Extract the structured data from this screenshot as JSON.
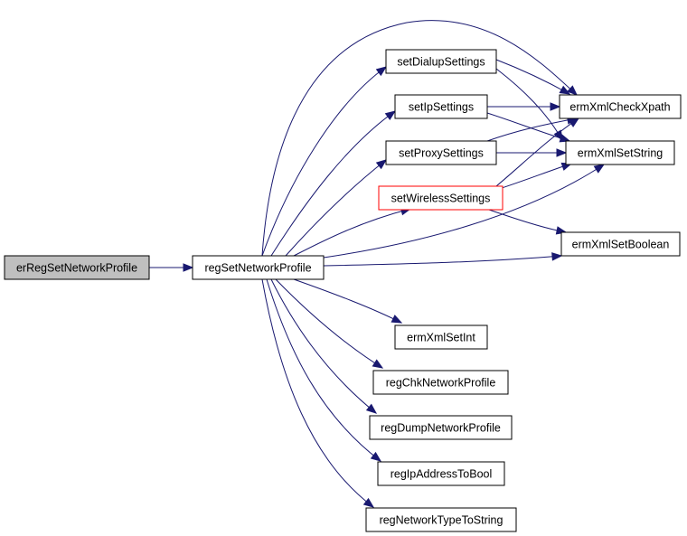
{
  "diagram": {
    "type": "call-graph",
    "colors": {
      "edge": "#191970",
      "root_fill": "#bfbfbf",
      "node_fill": "#ffffff",
      "node_border": "#000000",
      "highlight_border": "#ff0000"
    },
    "nodes": [
      {
        "id": "erRegSetNetworkProfile",
        "label": "erRegSetNetworkProfile",
        "style": "root"
      },
      {
        "id": "regSetNetworkProfile",
        "label": "regSetNetworkProfile"
      },
      {
        "id": "setDialupSettings",
        "label": "setDialupSettings"
      },
      {
        "id": "setIpSettings",
        "label": "setIpSettings"
      },
      {
        "id": "setProxySettings",
        "label": "setProxySettings"
      },
      {
        "id": "setWirelessSettings",
        "label": "setWirelessSettings",
        "style": "highlight"
      },
      {
        "id": "ermXmlCheckXpath",
        "label": "ermXmlCheckXpath"
      },
      {
        "id": "ermXmlSetString",
        "label": "ermXmlSetString"
      },
      {
        "id": "ermXmlSetBoolean",
        "label": "ermXmlSetBoolean"
      },
      {
        "id": "ermXmlSetInt",
        "label": "ermXmlSetInt"
      },
      {
        "id": "regChkNetworkProfile",
        "label": "regChkNetworkProfile"
      },
      {
        "id": "regDumpNetworkProfile",
        "label": "regDumpNetworkProfile"
      },
      {
        "id": "regIpAddressToBool",
        "label": "regIpAddressToBool"
      },
      {
        "id": "regNetworkTypeToString",
        "label": "regNetworkTypeToString"
      }
    ],
    "edges": [
      {
        "from": "erRegSetNetworkProfile",
        "to": "regSetNetworkProfile"
      },
      {
        "from": "regSetNetworkProfile",
        "to": "setDialupSettings"
      },
      {
        "from": "regSetNetworkProfile",
        "to": "setIpSettings"
      },
      {
        "from": "regSetNetworkProfile",
        "to": "setProxySettings"
      },
      {
        "from": "regSetNetworkProfile",
        "to": "setWirelessSettings"
      },
      {
        "from": "regSetNetworkProfile",
        "to": "ermXmlCheckXpath"
      },
      {
        "from": "regSetNetworkProfile",
        "to": "ermXmlSetString"
      },
      {
        "from": "regSetNetworkProfile",
        "to": "ermXmlSetBoolean"
      },
      {
        "from": "regSetNetworkProfile",
        "to": "ermXmlSetInt"
      },
      {
        "from": "regSetNetworkProfile",
        "to": "regChkNetworkProfile"
      },
      {
        "from": "regSetNetworkProfile",
        "to": "regDumpNetworkProfile"
      },
      {
        "from": "regSetNetworkProfile",
        "to": "regIpAddressToBool"
      },
      {
        "from": "regSetNetworkProfile",
        "to": "regNetworkTypeToString"
      },
      {
        "from": "setDialupSettings",
        "to": "ermXmlCheckXpath"
      },
      {
        "from": "setDialupSettings",
        "to": "ermXmlSetString"
      },
      {
        "from": "setIpSettings",
        "to": "ermXmlCheckXpath"
      },
      {
        "from": "setIpSettings",
        "to": "ermXmlSetString"
      },
      {
        "from": "setProxySettings",
        "to": "ermXmlCheckXpath"
      },
      {
        "from": "setProxySettings",
        "to": "ermXmlSetString"
      },
      {
        "from": "setWirelessSettings",
        "to": "ermXmlCheckXpath"
      },
      {
        "from": "setWirelessSettings",
        "to": "ermXmlSetString"
      },
      {
        "from": "setWirelessSettings",
        "to": "ermXmlSetBoolean"
      }
    ]
  }
}
